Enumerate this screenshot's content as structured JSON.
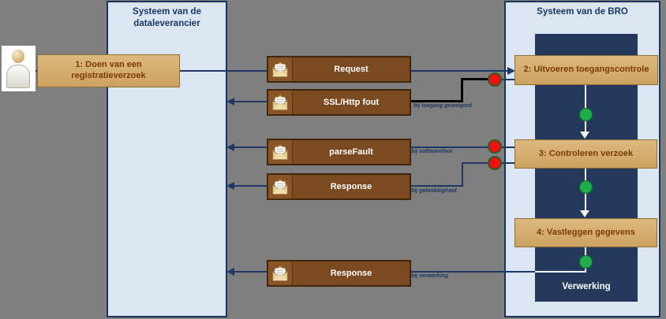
{
  "panels": {
    "left": {
      "title": "Systeem van de dataleverancier"
    },
    "right": {
      "title": "Systeem van de BRO",
      "inner_label": "Verwerking"
    }
  },
  "steps": [
    {
      "label": "1: Doen van een registratieverzoek"
    },
    {
      "label": "2: Uitvoeren toegangscontrole"
    },
    {
      "label": "3: Controleren verzoek"
    },
    {
      "label": "4: Vastleggen gegevens"
    }
  ],
  "messages": [
    {
      "label": "Request",
      "condition": ""
    },
    {
      "label": "SSL/Http fout",
      "condition": "bij toegang geweigerd"
    },
    {
      "label": "parseFault",
      "condition": "bij softwarefout"
    },
    {
      "label": "Response",
      "condition": "bij gebrekkigheid"
    },
    {
      "label": "Response",
      "condition": "bij verwerking"
    }
  ],
  "colors": {
    "background": "#7f7f7f",
    "panel_fill": "#dce6f2",
    "panel_border": "#17365d",
    "process_fill": "#24385c",
    "step_fill": "#d3ab6e",
    "step_border": "#8c6d33",
    "step_text": "#7c3a00",
    "message_fill": "#7b4a21",
    "message_border": "#42260c",
    "line_navy": "#1f3864",
    "line_black": "#000000",
    "status_red": "#ee1111",
    "status_green": "#1fae4b"
  }
}
